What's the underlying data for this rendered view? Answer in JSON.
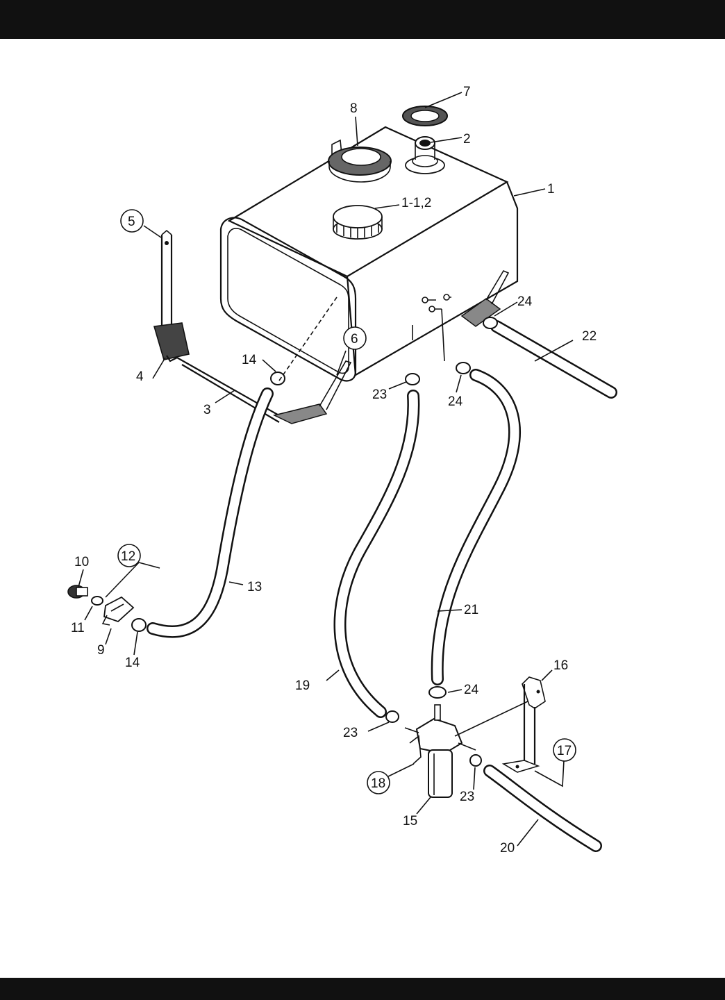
{
  "diagram": {
    "colors": {
      "ink": "#111111",
      "paper": "#ffffff",
      "bar": "#111111"
    },
    "labels": {
      "p1": "1",
      "p1_12": "1-1,2",
      "p2": "2",
      "p3": "3",
      "p4": "4",
      "p5": "5",
      "p6": "6",
      "p7": "7",
      "p8": "8",
      "p9": "9",
      "p10": "10",
      "p11": "11",
      "p12": "12",
      "p13": "13",
      "p14a": "14",
      "p14b": "14",
      "p15": "15",
      "p16": "16",
      "p17": "17",
      "p18": "18",
      "p19": "19",
      "p20": "20",
      "p21": "21",
      "p22": "22",
      "p23a": "23",
      "p23b": "23",
      "p23c": "23",
      "p24a": "24",
      "p24b": "24",
      "p24c": "24"
    }
  }
}
